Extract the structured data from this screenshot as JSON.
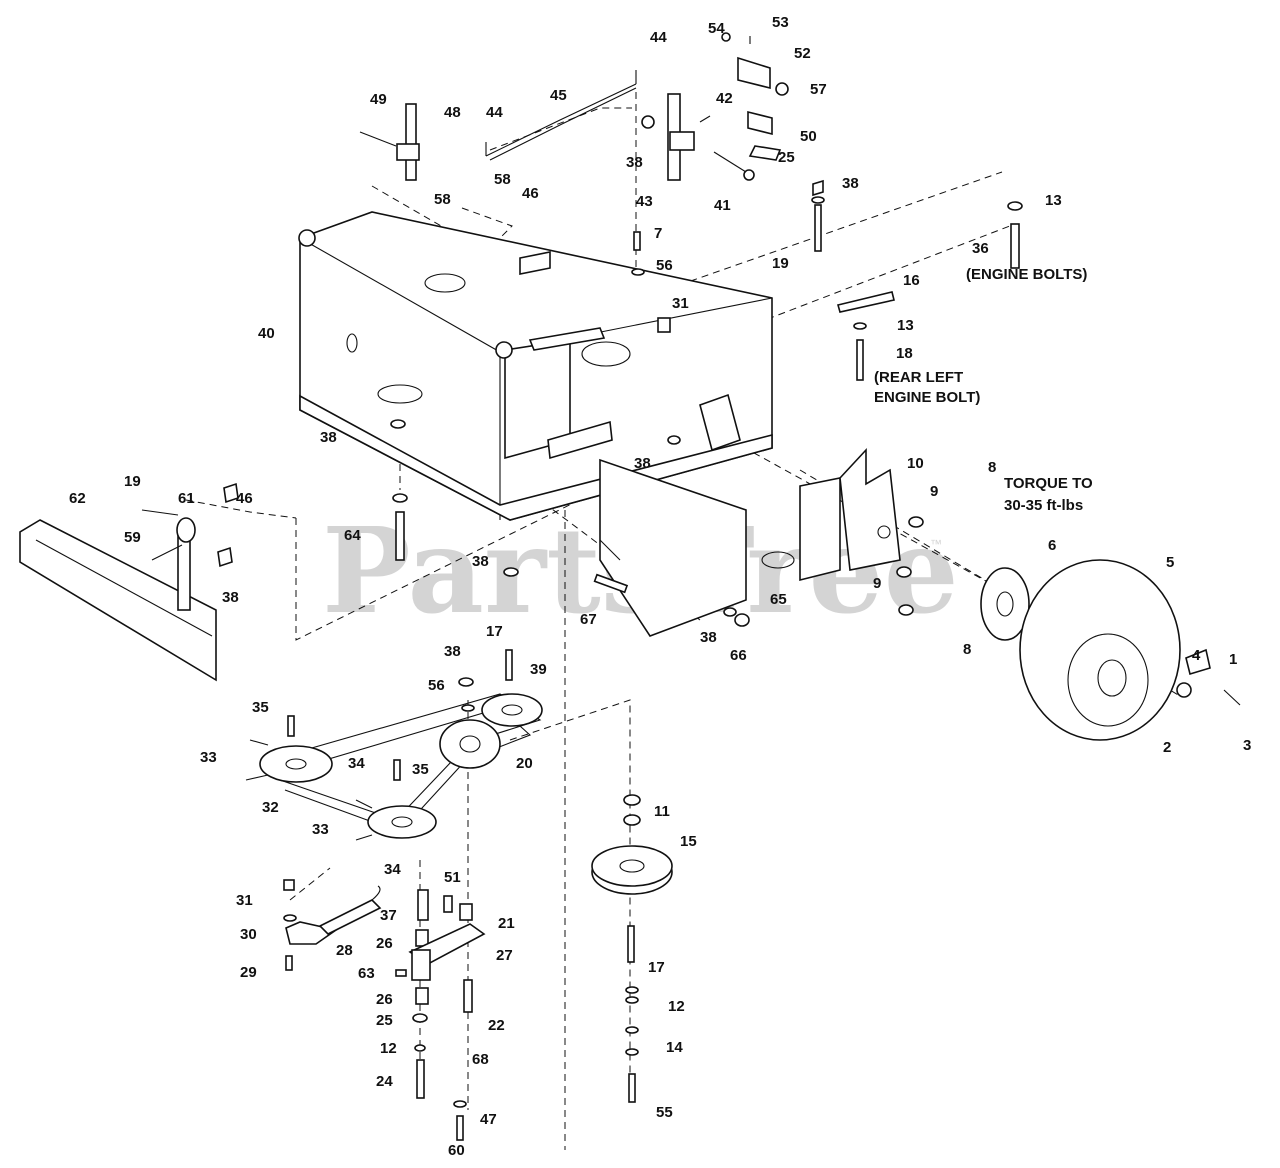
{
  "watermark": {
    "text": "PartsTree",
    "trademark": "™"
  },
  "notes": {
    "engine_bolts": "(ENGINE BOLTS)",
    "rear_left_line1": "(REAR LEFT",
    "rear_left_line2": "ENGINE BOLT)",
    "torque_line1": "TORQUE TO",
    "torque_line2": "30-35 ft-lbs"
  },
  "callouts": [
    {
      "id": "c1",
      "text": "1"
    },
    {
      "id": "c2",
      "text": "2"
    },
    {
      "id": "c3",
      "text": "3"
    },
    {
      "id": "c4",
      "text": "4"
    },
    {
      "id": "c5",
      "text": "5"
    },
    {
      "id": "c6",
      "text": "6"
    },
    {
      "id": "c7",
      "text": "7"
    },
    {
      "id": "c8a",
      "text": "8"
    },
    {
      "id": "c8b",
      "text": "8"
    },
    {
      "id": "c9a",
      "text": "9"
    },
    {
      "id": "c9b",
      "text": "9"
    },
    {
      "id": "c10",
      "text": "10"
    },
    {
      "id": "c11",
      "text": "11"
    },
    {
      "id": "c12a",
      "text": "12"
    },
    {
      "id": "c12b",
      "text": "12"
    },
    {
      "id": "c13a",
      "text": "13"
    },
    {
      "id": "c13b",
      "text": "13"
    },
    {
      "id": "c14",
      "text": "14"
    },
    {
      "id": "c15",
      "text": "15"
    },
    {
      "id": "c16",
      "text": "16"
    },
    {
      "id": "c17a",
      "text": "17"
    },
    {
      "id": "c17b",
      "text": "17"
    },
    {
      "id": "c18",
      "text": "18"
    },
    {
      "id": "c19a",
      "text": "19"
    },
    {
      "id": "c19b",
      "text": "19"
    },
    {
      "id": "c20",
      "text": "20"
    },
    {
      "id": "c21",
      "text": "21"
    },
    {
      "id": "c22",
      "text": "22"
    },
    {
      "id": "c24",
      "text": "24"
    },
    {
      "id": "c25a",
      "text": "25"
    },
    {
      "id": "c25b",
      "text": "25"
    },
    {
      "id": "c26a",
      "text": "26"
    },
    {
      "id": "c26b",
      "text": "26"
    },
    {
      "id": "c27",
      "text": "27"
    },
    {
      "id": "c28",
      "text": "28"
    },
    {
      "id": "c29",
      "text": "29"
    },
    {
      "id": "c30",
      "text": "30"
    },
    {
      "id": "c31a",
      "text": "31"
    },
    {
      "id": "c31b",
      "text": "31"
    },
    {
      "id": "c32",
      "text": "32"
    },
    {
      "id": "c33a",
      "text": "33"
    },
    {
      "id": "c33b",
      "text": "33"
    },
    {
      "id": "c34a",
      "text": "34"
    },
    {
      "id": "c34b",
      "text": "34"
    },
    {
      "id": "c35a",
      "text": "35"
    },
    {
      "id": "c35b",
      "text": "35"
    },
    {
      "id": "c36",
      "text": "36"
    },
    {
      "id": "c37",
      "text": "37"
    },
    {
      "id": "c38a",
      "text": "38"
    },
    {
      "id": "c38b",
      "text": "38"
    },
    {
      "id": "c38c",
      "text": "38"
    },
    {
      "id": "c38d",
      "text": "38"
    },
    {
      "id": "c38e",
      "text": "38"
    },
    {
      "id": "c38f",
      "text": "38"
    },
    {
      "id": "c38g",
      "text": "38"
    },
    {
      "id": "c38h",
      "text": "38"
    },
    {
      "id": "c39",
      "text": "39"
    },
    {
      "id": "c40",
      "text": "40"
    },
    {
      "id": "c41",
      "text": "41"
    },
    {
      "id": "c42",
      "text": "42"
    },
    {
      "id": "c43",
      "text": "43"
    },
    {
      "id": "c44a",
      "text": "44"
    },
    {
      "id": "c44b",
      "text": "44"
    },
    {
      "id": "c45",
      "text": "45"
    },
    {
      "id": "c46a",
      "text": "46"
    },
    {
      "id": "c46b",
      "text": "46"
    },
    {
      "id": "c47",
      "text": "47"
    },
    {
      "id": "c48",
      "text": "48"
    },
    {
      "id": "c49",
      "text": "49"
    },
    {
      "id": "c50",
      "text": "50"
    },
    {
      "id": "c51",
      "text": "51"
    },
    {
      "id": "c52",
      "text": "52"
    },
    {
      "id": "c53",
      "text": "53"
    },
    {
      "id": "c54",
      "text": "54"
    },
    {
      "id": "c55",
      "text": "55"
    },
    {
      "id": "c56a",
      "text": "56"
    },
    {
      "id": "c56b",
      "text": "56"
    },
    {
      "id": "c57",
      "text": "57"
    },
    {
      "id": "c58a",
      "text": "58"
    },
    {
      "id": "c58b",
      "text": "58"
    },
    {
      "id": "c59",
      "text": "59"
    },
    {
      "id": "c60",
      "text": "60"
    },
    {
      "id": "c61",
      "text": "61"
    },
    {
      "id": "c62",
      "text": "62"
    },
    {
      "id": "c63",
      "text": "63"
    },
    {
      "id": "c64",
      "text": "64"
    },
    {
      "id": "c65",
      "text": "65"
    },
    {
      "id": "c66",
      "text": "66"
    },
    {
      "id": "c67",
      "text": "67"
    },
    {
      "id": "c68",
      "text": "68"
    }
  ]
}
